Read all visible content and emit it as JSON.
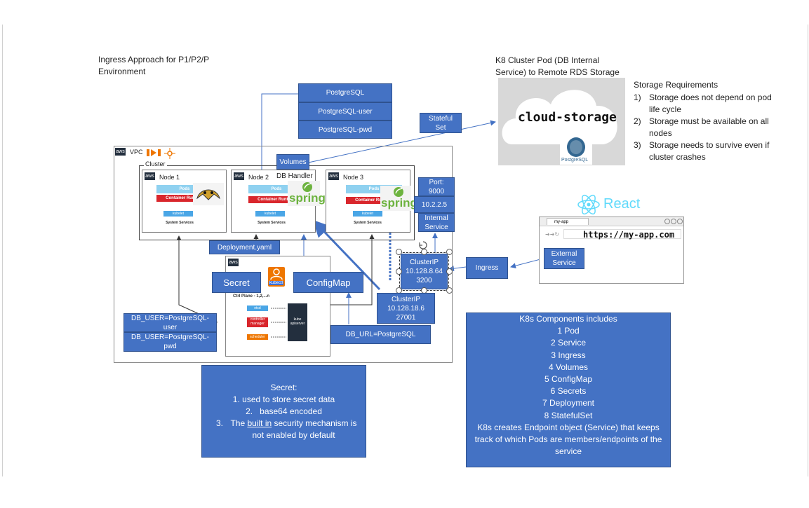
{
  "titles": {
    "ingress_title": "Ingress Approach for P1/P2/P\nEnvironment",
    "k8_title": "K8 Cluster Pod (DB Internal\nService) to Remote RDS Storage"
  },
  "storage": {
    "heading": "Storage Requirements",
    "items": [
      {
        "num": "1)",
        "text": "Storage does not depend on pod life cycle"
      },
      {
        "num": "2)",
        "text": "Storage must be available on all nodes"
      },
      {
        "num": "3)",
        "text": "Storage needs to survive even if cluster crashes"
      }
    ]
  },
  "cloud": {
    "label": "cloud-storage",
    "postgres_label": "PostgreSQL"
  },
  "postgres_stack": [
    "PostgreSQL",
    "PostgreSQL-user",
    "PostgreSQL-pwd"
  ],
  "stateful_set": "Stateful\nSet",
  "vpc": {
    "label": "VPC",
    "aws": "aws"
  },
  "cluster": {
    "label": "Cluster"
  },
  "volumes": "Volumes",
  "db_handler": "DB Handler",
  "nodes": [
    {
      "name": "Node 1",
      "pods": "Pods",
      "runtime": "Container Runtime",
      "kubelet": "kubelet",
      "system": "System Services"
    },
    {
      "name": "Node 2",
      "pods": "Pods",
      "runtime": "Container Runtime",
      "kubelet": "kubelet",
      "system": "System Services"
    },
    {
      "name": "Node 3",
      "pods": "Pods",
      "runtime": "Container Runtime",
      "kubelet": "kubelet",
      "system": "System Services"
    }
  ],
  "spring": "spring",
  "port": {
    "label": "Port:\n9000",
    "ip": "10.2.2.5"
  },
  "internal_service": "Internal\nService",
  "deployment": "Deployment.yaml",
  "secret": "Secret",
  "configmap": "ConfigMap",
  "kubectl": "kubectl",
  "ctrl_plane": {
    "label": "Ctrl Plane - 1,2,...n",
    "etcd": "etcd",
    "controller": "controller\nmanager",
    "scheduler": "scheduler",
    "apiserver": "kube\napiserver"
  },
  "cluster_ip_1": {
    "title": "ClusterIP",
    "ip": "10.128.8.64",
    "port": "3200"
  },
  "cluster_ip_2": {
    "title": "ClusterIP",
    "ip": "10.128.18.6",
    "port": "27001"
  },
  "ingress": "Ingress",
  "react": "React",
  "browser": {
    "tab": "my-app",
    "url": "https://my-app.com"
  },
  "external_service": "External\nService",
  "db_user_1": "DB_USER=PostgreSQL-\nuser",
  "db_user_2": "DB_USER=PostgreSQL-\npwd",
  "db_url": "DB_URL=PostgreSQL",
  "secret_box": {
    "title": "Secret:",
    "items": [
      {
        "num": "1.",
        "text": "used to store secret data"
      },
      {
        "num": "2.",
        "text": "base64 encoded"
      },
      {
        "num": "3.",
        "text_before": "The ",
        "underlined": "built in",
        "text_after": " security mechanism is not enabled by default"
      }
    ]
  },
  "k8s_box": {
    "heading": "K8s Components includes",
    "items": [
      "1 Pod",
      "2 Service",
      "3 Ingress",
      "4 Volumes",
      "5 ConfigMap",
      "6 Secrets",
      "7 Deployment",
      "8 StatefulSet"
    ],
    "footer": "K8s creates Endpoint object (Service) that keeps track of which Pods are members/endpoints of the service"
  },
  "colors": {
    "box_blue": "#4472c4",
    "box_border": "#2f528f",
    "arrow": "#4472c4",
    "spring_green": "#6db33f"
  }
}
